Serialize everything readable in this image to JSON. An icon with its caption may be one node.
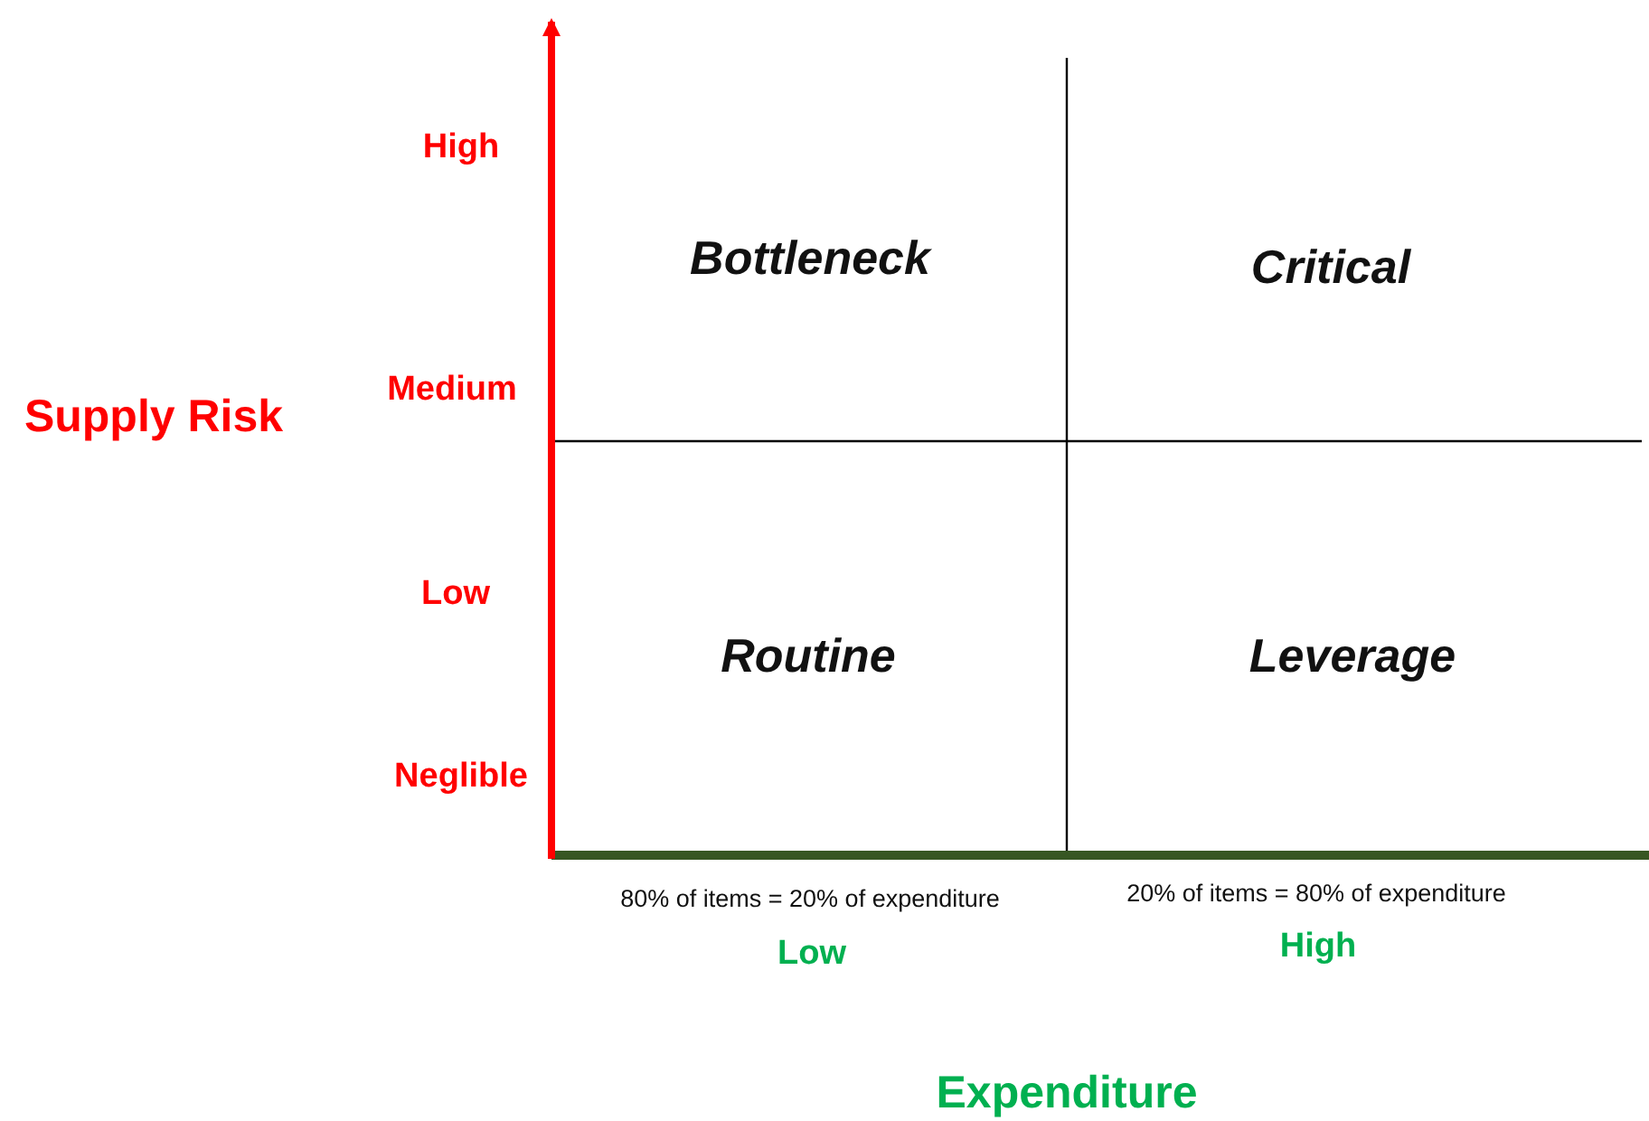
{
  "diagram": {
    "labels": [
      "High",
      "Bottleneck",
      "Critical",
      "Medium",
      "Supply Risk",
      "Low",
      "Routine",
      "Leverage",
      "Neglible",
      "80% of items = 20% of expenditure",
      "20% of items = 80% of expenditure",
      "Low",
      "High",
      "Expenditure"
    ]
  }
}
